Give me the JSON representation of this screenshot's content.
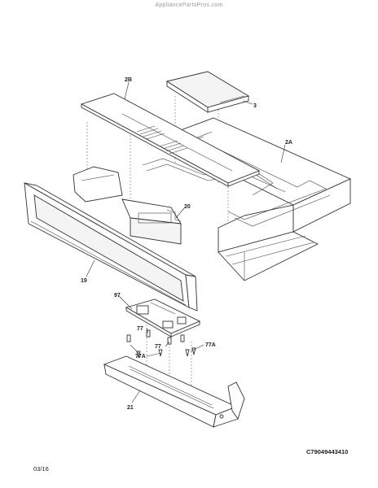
{
  "watermark": "AppliancePartsPros.com",
  "diagram": {
    "part_labels": {
      "p2B": "2B",
      "p3": "3",
      "p2A": "2A",
      "p20": "20",
      "p19": "19",
      "p97": "97",
      "p77a": "77",
      "p77b": "77",
      "p77A_left": "77A",
      "p77A_right": "77A",
      "p21": "21"
    },
    "diagram_code": "C79049443410",
    "revision_date": "03/16"
  }
}
